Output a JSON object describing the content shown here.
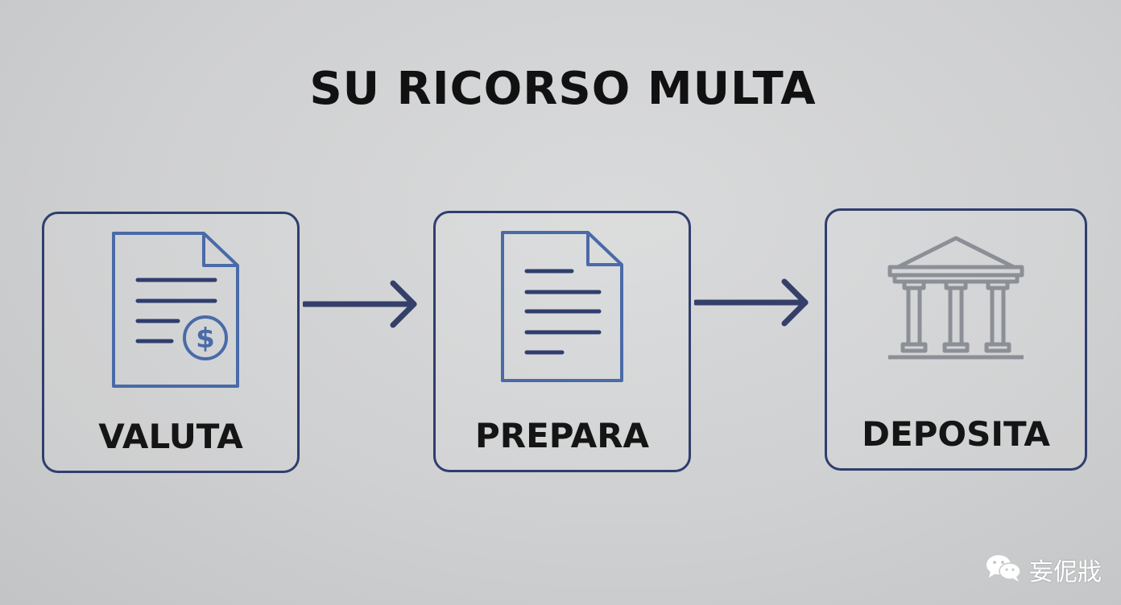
{
  "title": "SU RICORSO MULTA",
  "steps": [
    {
      "label": "VALUTA",
      "icon": "document-dollar-icon"
    },
    {
      "label": "PREPARA",
      "icon": "document-icon"
    },
    {
      "label": "DEPOSITA",
      "icon": "courthouse-icon"
    }
  ],
  "connectors": [
    {
      "icon": "arrow-right-icon"
    },
    {
      "icon": "arrow-right-icon"
    }
  ],
  "watermark": {
    "icon": "wechat-icon",
    "text": "妄伲戕"
  },
  "colors": {
    "background": "#cfd0d1",
    "box_border": "#2f3e6e",
    "icon_blue": "#4a6aa8",
    "arrow": "#34406a",
    "building_gray": "#8c8f96",
    "text": "#151515"
  }
}
